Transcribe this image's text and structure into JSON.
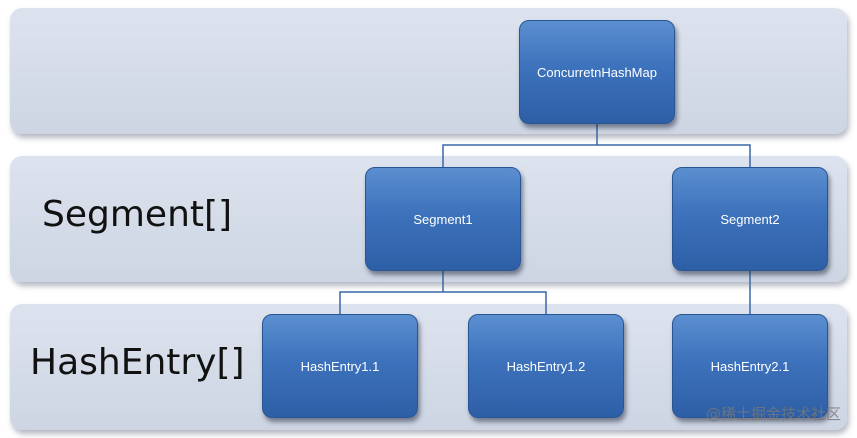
{
  "labels": {
    "segment_row": "Segment[]",
    "hashentry_row": "HashEntry[]"
  },
  "nodes": {
    "root": "ConcurretnHashMap",
    "segment1": "Segment1",
    "segment2": "Segment2",
    "hashentry11": "HashEntry1.1",
    "hashentry12": "HashEntry1.2",
    "hashentry21": "HashEntry2.1"
  },
  "watermark": "@稀土掘金技术社区",
  "colors": {
    "band": "#d3dae6",
    "node": "#3d72bc",
    "connector": "#3a67a8"
  }
}
